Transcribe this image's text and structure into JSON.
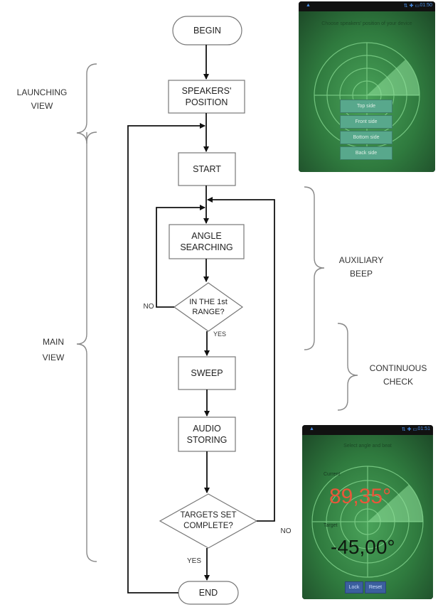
{
  "nodes": {
    "begin": "BEGIN",
    "speakers_position": "SPEAKERS'\nPOSITION",
    "start": "START",
    "angle_searching": "ANGLE\nSEARCHING",
    "in_range": "IN THE 1st\nRANGE?",
    "sweep": "SWEEP",
    "audio_storing": "AUDIO\nSTORING",
    "targets_complete": "TARGETS SET\nCOMPLETE?",
    "end": "END"
  },
  "edge_labels": {
    "range_no": "NO",
    "range_yes": "YES",
    "targets_no": "NO",
    "targets_yes": "YES"
  },
  "sections": {
    "launching_view": "LAUNCHING\nVIEW",
    "main_view": "MAIN\nVIEW",
    "auxiliary_beep": "AUXILIARY\nBEEP",
    "continuous_check": "CONTINUOUS\nCHECK"
  },
  "phone_top": {
    "time": "01:50",
    "prompt": "Choose speakers' position of your device",
    "buttons": [
      "Top side",
      "Front side",
      "Bottom side",
      "Back side"
    ]
  },
  "phone_bottom": {
    "time": "01:51",
    "prompt": "Select angle and beat",
    "current_angle": "89,35°",
    "target_angle": "-45,00°",
    "current_caption": "Current",
    "target_caption": "Target",
    "buttons": [
      "Lock",
      "Reset"
    ]
  },
  "colors": {
    "radar_green": "#4aa35a",
    "angle_red": "#e8573a",
    "button_teal": "#58a88c",
    "button_blue": "#3b5f9e"
  }
}
